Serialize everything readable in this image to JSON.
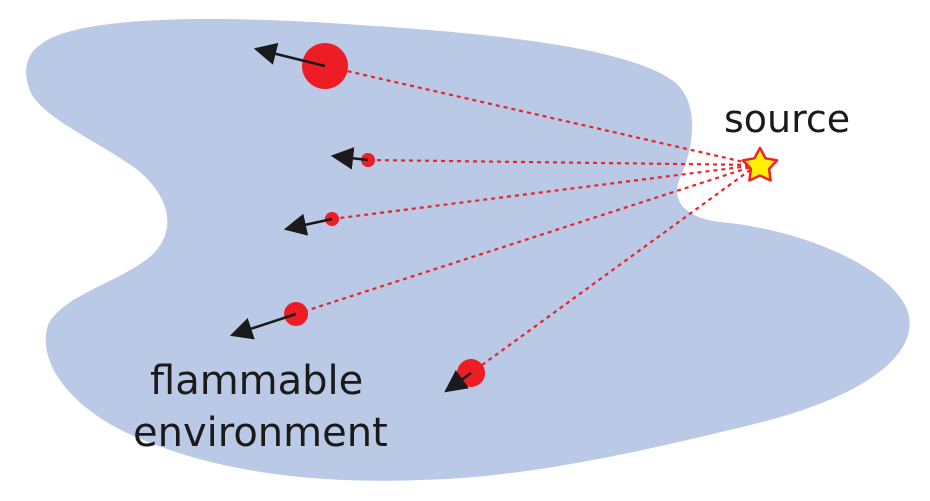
{
  "labels": {
    "source": "source",
    "environment_line1": "flammable",
    "environment_line2": "environment"
  },
  "colors": {
    "region": "#b9c9e6",
    "particle": "#ee1c24",
    "trace": "#e8242a",
    "arrow": "#1a1a1a",
    "star_fill": "#fff200",
    "star_stroke": "#e8242a"
  },
  "elements": {
    "particles": 5,
    "arrows": 5,
    "star": "source-star-icon"
  }
}
